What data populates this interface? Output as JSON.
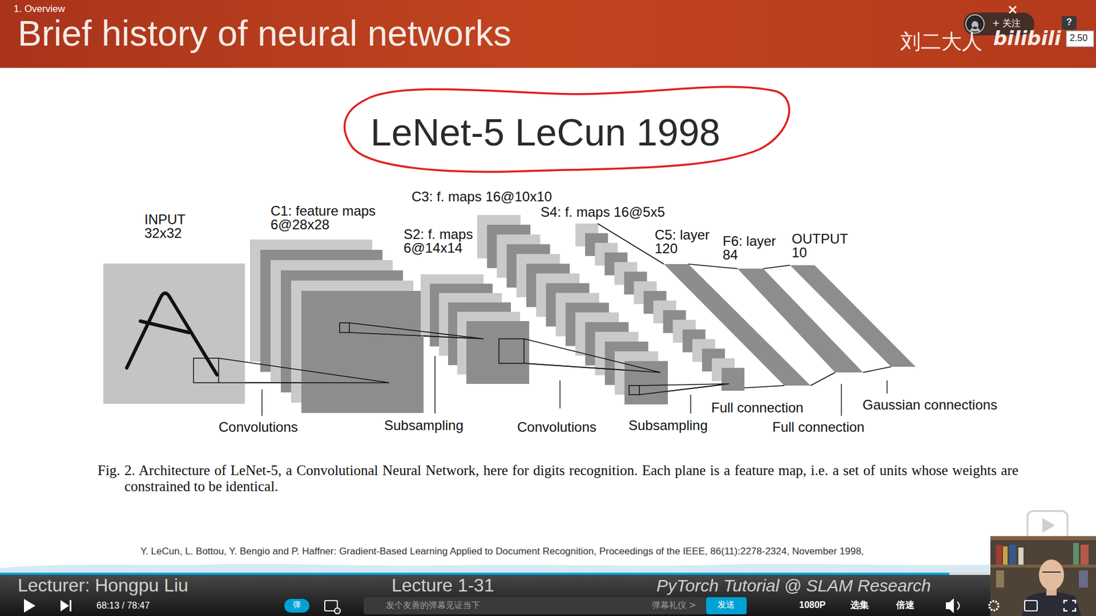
{
  "diagram": {
    "title": "Brief history of neural networks",
    "caption": "Fig. 2. Architecture of LeNet-5, a Convolutional Neural Network, here for digits recognition. Each plane is a feature map, i.e. a set of units whose weights are constrained to be identical.",
    "nodes": [
      {
        "text": [
          "INPUT 32x32"
        ]
      },
      {
        "text": [
          "C1: feature maps 6@28x28"
        ]
      },
      {
        "text": [
          "S2: f. maps 6@14x14"
        ]
      },
      {
        "text": [
          "C3: f. maps 16@10x10"
        ]
      },
      {
        "text": [
          "S4: f. maps 16@5x5"
        ]
      },
      {
        "text": [
          "C5: layer 120"
        ]
      },
      {
        "text": [
          "F6: layer 84"
        ]
      },
      {
        "text": [
          "OUTPUT 10"
        ]
      }
    ],
    "edges": [
      {
        "from": 0,
        "to": 1,
        "arrow": "none"
      },
      {
        "from": 1,
        "to": 2,
        "arrow": "none"
      },
      {
        "from": 2,
        "to": 3,
        "arrow": "none"
      },
      {
        "from": 3,
        "to": 4,
        "arrow": "none"
      },
      {
        "from": 4,
        "to": 5,
        "arrow": "none"
      },
      {
        "from": 5,
        "to": 6,
        "arrow": "none"
      },
      {
        "from": 6,
        "to": 7,
        "arrow": "none"
      }
    ],
    "labels": [
      "1. Overview",
      "+ 关注",
      "?",
      "2.50",
      "刘二大人",
      "bilibili",
      "LeNet-5 LeCun 1998",
      "Convolutions",
      "Subsampling",
      "Convolutions",
      "Subsampling",
      "Full connection",
      "Full connection",
      "Gaussian connections",
      "Y. LeCun, L. Bottou, Y. Bengio and P. Haffner: Gradient-Based Learning Applied to Document Recognition, Proceedings of the IEEE, 86(11):2278-2324, November 1998,",
      "Lecturer: Hongpu Liu",
      "Lecture 1-31",
      "PyTorch Tutorial @ SLAM Research",
      "68:13 / 78:47",
      "弹",
      "发个友善的弹幕见证当下",
      "弹幕礼仪 >",
      "发送",
      "1080P",
      "选集",
      "倍速"
    ]
  }
}
